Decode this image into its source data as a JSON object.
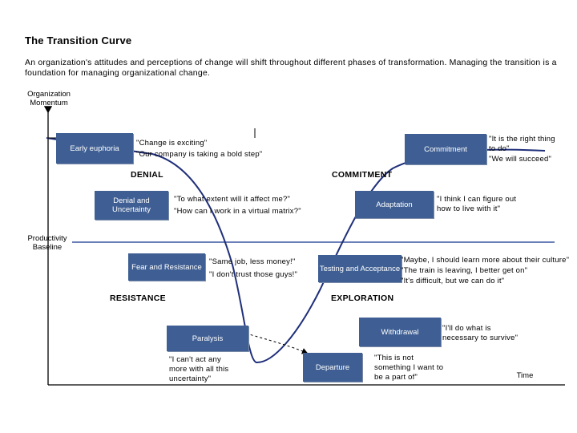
{
  "title": "The Transition Curve",
  "subtitle": "An organization's attitudes and perceptions of change will shift throughout different phases of transformation.  Managing the transition is a foundation for managing organizational change.",
  "axes": {
    "y_label": "Organization Momentum",
    "baseline_label": "Productivity Baseline",
    "x_label": "Time"
  },
  "phases": {
    "denial": "DENIAL",
    "commitment": "COMMITMENT",
    "resistance": "RESISTANCE",
    "exploration": "EXPLORATION"
  },
  "stages": {
    "early_euphoria": "Early euphoria",
    "denial_uncertainty": "Denial and Uncertainty",
    "fear_resistance": "Fear and Resistance",
    "paralysis": "Paralysis",
    "departure": "Departure",
    "withdrawal": "Withdrawal",
    "testing_acceptance": "Testing and Acceptance",
    "adaptation": "Adaptation",
    "commitment": "Commitment"
  },
  "quotes": {
    "euphoria_1": "\"Change is exciting\"",
    "euphoria_2": "\"Our company is taking a bold step\"",
    "denial_1": "\"To what extent will it affect me?\"",
    "denial_2": "\"How can I work in a virtual matrix?\"",
    "fear_1": "\"Same job, less money!\"",
    "fear_2": "\"I don't trust those guys!\"",
    "paralysis": "\"I can't act any more with all this uncertainty\"",
    "departure": "\"This is not something I want to be a part of\"",
    "withdrawal": "\"I'll do what is necessary to survive\"",
    "testing_1": "\"Maybe, I should learn more about their culture\"",
    "testing_2": "\"The train is leaving, I better get on\"",
    "testing_3": "\"It's difficult, but we can do it\"",
    "adaptation": "\"I think I can figure out how to live with it\"",
    "commitment_1": "\"It is the right thing to do\"",
    "commitment_2": "\"We will succeed\""
  },
  "colors": {
    "box_fill": "#3f5f94",
    "curve": "#1f2f7a",
    "baseline": "#6b7fb8"
  }
}
